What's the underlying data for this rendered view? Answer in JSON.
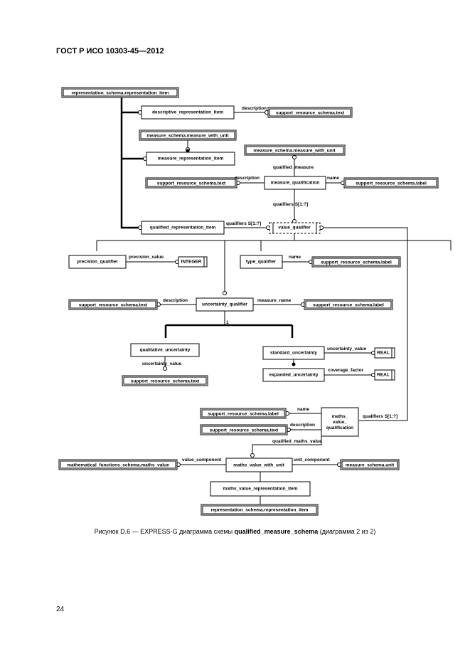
{
  "header": {
    "standard": "ГОСТ Р ИСО 10303-45—2012"
  },
  "caption": {
    "prefix": "Рисунок  D.6 — EXPRESS-G диаграмма схемы ",
    "schema": "qualified_measure_schema",
    "suffix": " (диаграмма 2 из 2)"
  },
  "page_number": "24",
  "diagram": {
    "boxes": {
      "b01": "representation_schema.representation_item",
      "b02": "descriptive_representation_item",
      "b03": "support_resource_schema.text",
      "b04": "measure_schema.measure_with_unit",
      "b05": "measure_representation_item",
      "b06": "measure_schema.measure_with_unit",
      "b07": "support_resource_schema.text",
      "b08": "measure_qualification",
      "b09": "support_resource_schema.label",
      "b10": "qualified_representation_item",
      "b11": "value_qualifier",
      "b12": "precision_qualifier",
      "b13": "INTEGER",
      "b14": "type_qualifier",
      "b15": "support_resource_schema.label",
      "b16": "support_resource_schema.text",
      "b17": "uncertainty_qualifier",
      "b18": "support_resource_schema.label",
      "b19": "qualitative_uncertainty",
      "b20": "standard_uncertainty",
      "b21": "REAL",
      "b22": "expanded_uncertainty",
      "b23": "REAL",
      "b24": "support_resource_schema.text",
      "b25": "support_resource_schema.label",
      "b26": "maths_ value_ qualification",
      "b27": "support_resource_schema.text",
      "b28": "mathematical_functions_schema.maths_value",
      "b29": "maths_value_with_unit",
      "b30": "measure_schema.unit",
      "b31": "maths_value_representation_item",
      "b32": "representation_schema.representation_item"
    },
    "labels": {
      "l01": "description",
      "l02": "qualified_measure",
      "l03": "description",
      "l04": "name",
      "l05": "qualifiers S[1:?]",
      "l06": "qualifiers S[1:?]",
      "l07": "precision_value",
      "l08": "name",
      "l09": "description",
      "l10": "measure_name",
      "l11": "1",
      "l12": "uncertainty_value",
      "l13": "uncertainty_value",
      "l14": "coverage_factor",
      "l15": "name",
      "l16": "description",
      "l17": "qualifiers S[1:?]",
      "l18": "qualified_maths_value",
      "l19": "value_component",
      "l20": "unit_component"
    }
  }
}
